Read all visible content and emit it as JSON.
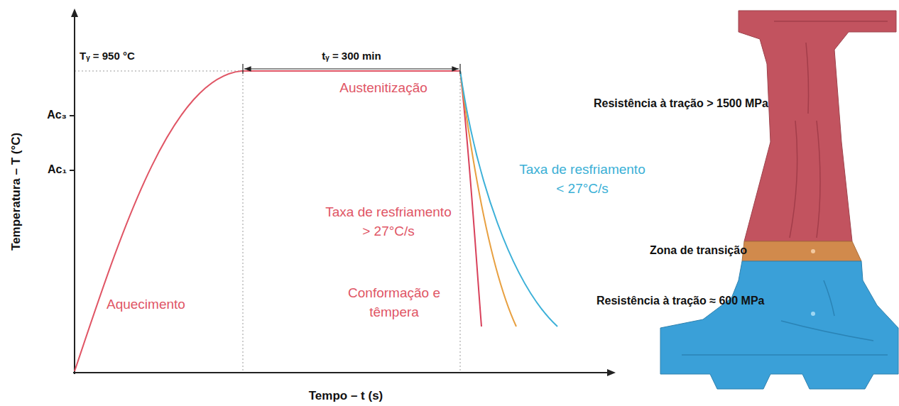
{
  "diagram": {
    "nodes": [
      {
        "text": [
          "Resistência à tração > 1500 MPa"
        ]
      },
      {
        "text": [
          "Zona de transição"
        ]
      },
      {
        "text": [
          "Resistência à tração ≈ 600 MPa"
        ]
      }
    ],
    "labels": [
      "Tᵧ = 950 °C",
      "tᵧ = 300 min",
      "Ac₃",
      "Ac₁",
      "Austenitização",
      "Taxa de resfriamento < 27°C/s",
      "Taxa de resfriamento > 27°C/s",
      "Aquecimento",
      "Conformação e têmpera",
      "Temperatura – T (°C)",
      "Tempo – t (s)"
    ]
  }
}
